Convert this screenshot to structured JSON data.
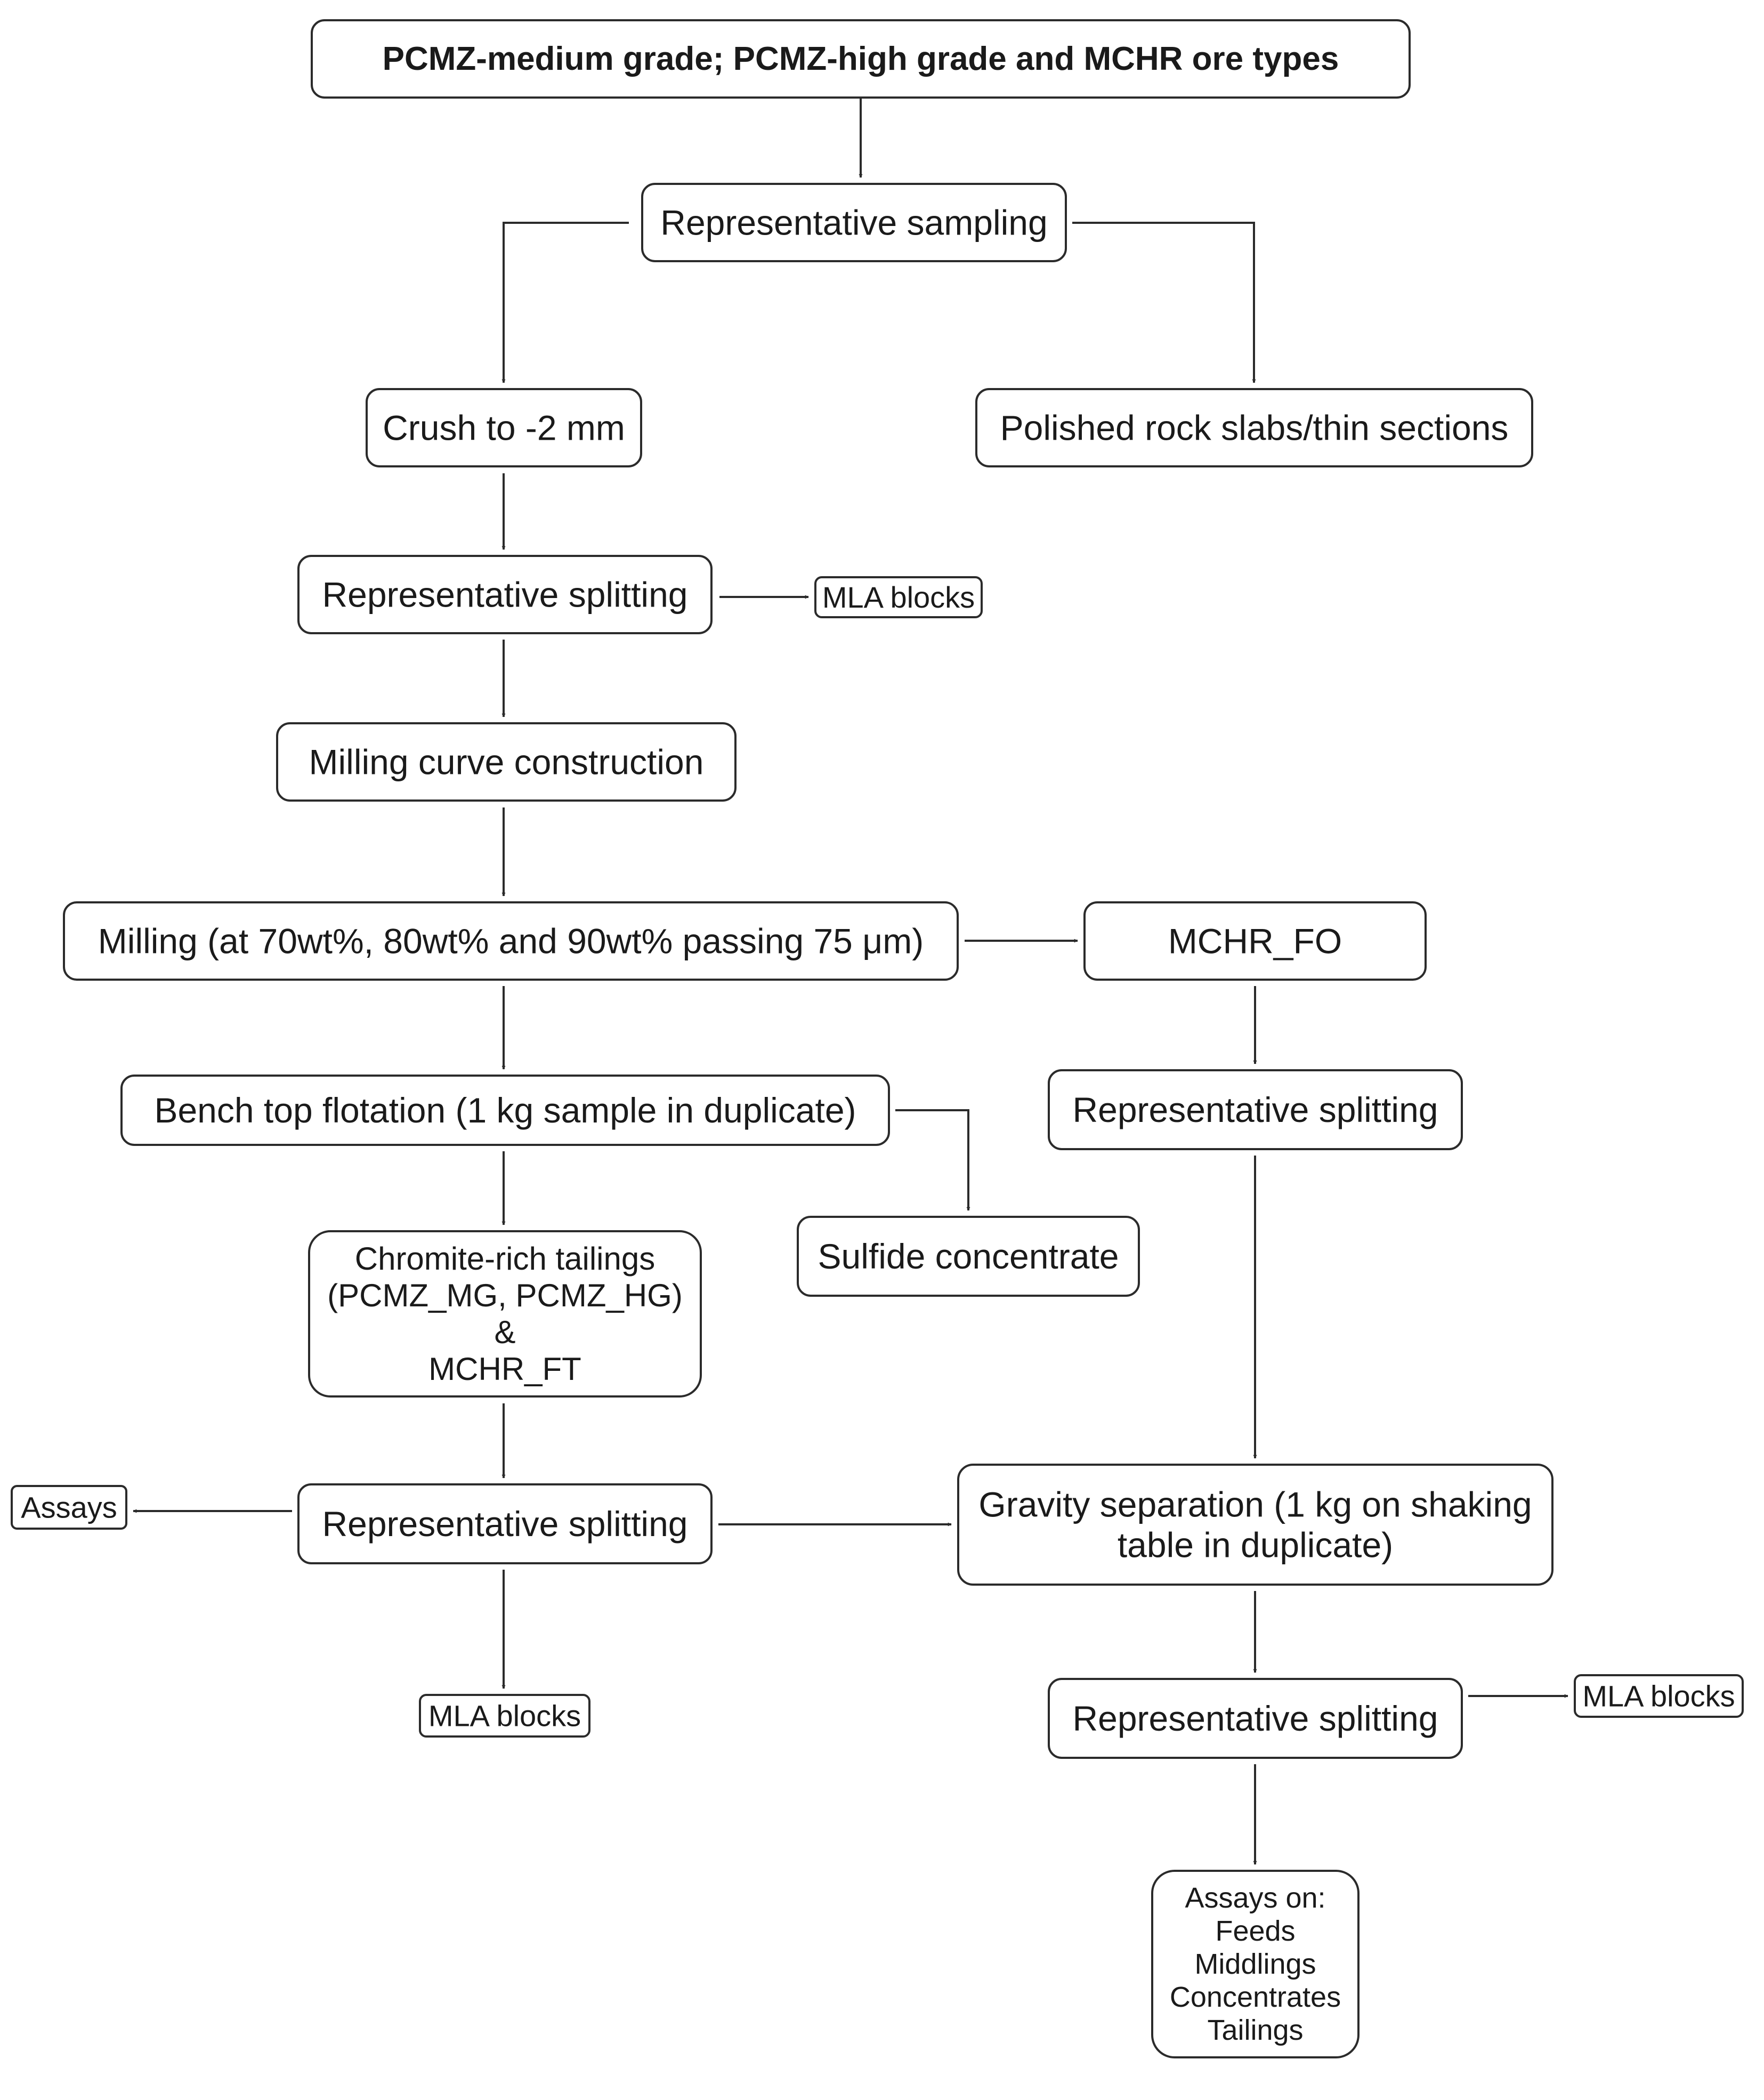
{
  "diagram": {
    "nodes": [
      {
        "id": "ore_types",
        "lines": [
          "PCMZ-medium grade; PCMZ-high grade and MCHR ore types"
        ],
        "bold": true
      },
      {
        "id": "rep_sampling",
        "lines": [
          "Representative sampling"
        ]
      },
      {
        "id": "crush",
        "lines": [
          "Crush to -2 mm"
        ]
      },
      {
        "id": "polished",
        "lines": [
          "Polished rock slabs/thin sections"
        ]
      },
      {
        "id": "rep_split_1",
        "lines": [
          "Representative splitting"
        ]
      },
      {
        "id": "mla_1",
        "lines": [
          "MLA blocks"
        ]
      },
      {
        "id": "milling_curve",
        "lines": [
          "Milling curve construction"
        ]
      },
      {
        "id": "milling",
        "lines": [
          "Milling (at 70wt%, 80wt% and 90wt% passing 75 μm)"
        ]
      },
      {
        "id": "mchr_fo",
        "lines": [
          "MCHR_FO"
        ]
      },
      {
        "id": "flotation",
        "lines": [
          "Bench top flotation (1 kg sample in duplicate)"
        ]
      },
      {
        "id": "rep_split_fo",
        "lines": [
          "Representative splitting"
        ]
      },
      {
        "id": "chromite_tailings",
        "lines": [
          "Chromite-rich tailings",
          "(PCMZ_MG, PCMZ_HG)",
          "&",
          "MCHR_FT"
        ]
      },
      {
        "id": "sulfide",
        "lines": [
          "Sulfide concentrate"
        ]
      },
      {
        "id": "assays_left",
        "lines": [
          "Assays"
        ]
      },
      {
        "id": "rep_split_2",
        "lines": [
          "Representative splitting"
        ]
      },
      {
        "id": "gravity",
        "lines": [
          "Gravity separation (1 kg on shaking",
          "table in duplicate)"
        ]
      },
      {
        "id": "mla_2",
        "lines": [
          "MLA blocks"
        ]
      },
      {
        "id": "rep_split_3",
        "lines": [
          "Representative splitting"
        ]
      },
      {
        "id": "mla_3",
        "lines": [
          "MLA blocks"
        ]
      },
      {
        "id": "assays_on",
        "lines": [
          "Assays on:",
          "Feeds",
          "Middlings",
          "Concentrates",
          "Tailings"
        ]
      }
    ],
    "edges": [
      {
        "from": "ore_types",
        "to": "rep_sampling"
      },
      {
        "from": "rep_sampling",
        "to": "crush"
      },
      {
        "from": "rep_sampling",
        "to": "polished"
      },
      {
        "from": "crush",
        "to": "rep_split_1"
      },
      {
        "from": "rep_split_1",
        "to": "mla_1"
      },
      {
        "from": "rep_split_1",
        "to": "milling_curve"
      },
      {
        "from": "milling_curve",
        "to": "milling"
      },
      {
        "from": "milling",
        "to": "mchr_fo"
      },
      {
        "from": "milling",
        "to": "flotation"
      },
      {
        "from": "mchr_fo",
        "to": "rep_split_fo"
      },
      {
        "from": "flotation",
        "to": "chromite_tailings"
      },
      {
        "from": "flotation",
        "to": "sulfide"
      },
      {
        "from": "chromite_tailings",
        "to": "rep_split_2"
      },
      {
        "from": "rep_split_2",
        "to": "assays_left"
      },
      {
        "from": "rep_split_2",
        "to": "gravity"
      },
      {
        "from": "rep_split_2",
        "to": "mla_2"
      },
      {
        "from": "rep_split_fo",
        "to": "gravity"
      },
      {
        "from": "gravity",
        "to": "rep_split_3"
      },
      {
        "from": "rep_split_3",
        "to": "mla_3"
      },
      {
        "from": "rep_split_3",
        "to": "assays_on"
      }
    ]
  }
}
